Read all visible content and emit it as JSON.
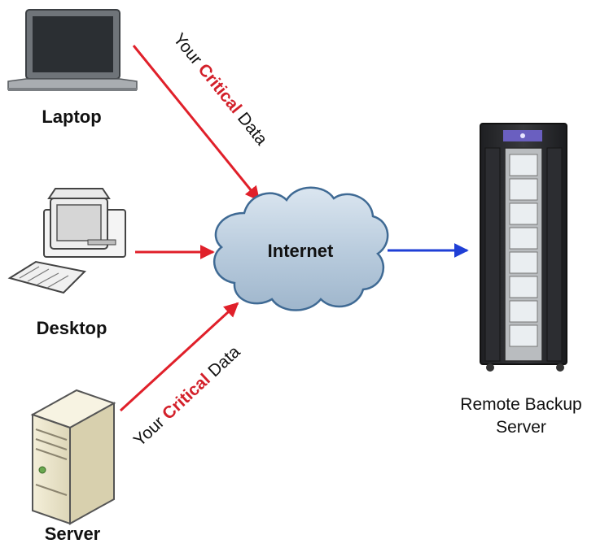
{
  "nodes": {
    "laptop": {
      "label": "Laptop",
      "icon": "laptop-icon"
    },
    "desktop": {
      "label": "Desktop",
      "icon": "desktop-computer-icon"
    },
    "server": {
      "label": "Server",
      "icon": "server-tower-icon"
    },
    "internet": {
      "label": "Internet",
      "icon": "cloud-icon"
    },
    "remote_server": {
      "label_line1": "Remote Backup",
      "label_line2": "Server",
      "icon": "server-rack-icon"
    }
  },
  "arrow_label": {
    "prefix": "Your ",
    "highlight": "Critical",
    "suffix": " Data"
  },
  "colors": {
    "data_arrow": "#e0202a",
    "highlight_text": "#d3202a",
    "cloud_arrow": "#1f3fd6",
    "cloud_fill": "#b9cde0",
    "cloud_stroke": "#3f6a94"
  }
}
